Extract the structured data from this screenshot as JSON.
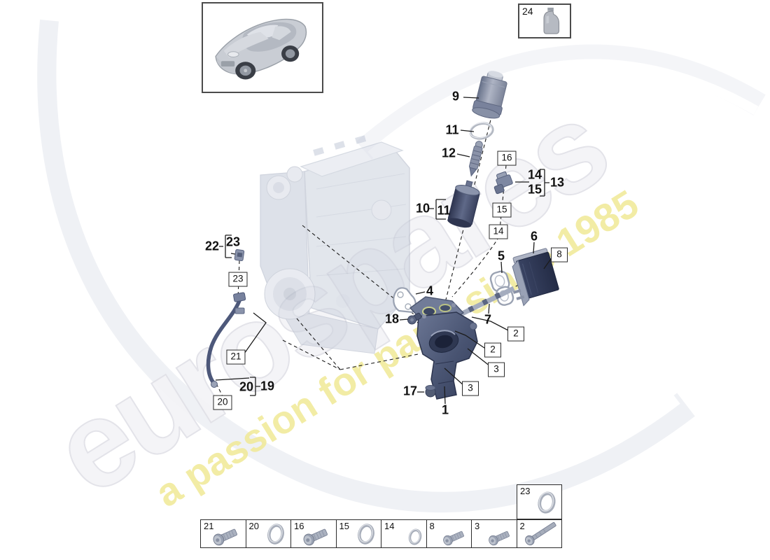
{
  "watermark": {
    "brand": "eurospares",
    "tagline": "a passion for parts since 1985",
    "brand_color": "#f4f4f7",
    "tagline_color": "#f1ea9c"
  },
  "vehicle_box": {
    "icon": "porsche-macan-suv-thumbnail"
  },
  "oil_box": {
    "label": "24",
    "icon": "oil-bottle"
  },
  "callouts_plain": {
    "n9": "9",
    "n11a": "11",
    "n12": "12",
    "n10": "10",
    "n11b": "11",
    "n14": "14",
    "n15": "15",
    "n13": "13",
    "n6": "6",
    "n5": "5",
    "n7": "7",
    "n4": "4",
    "n18": "18",
    "n17": "17",
    "n1": "1",
    "n22": "22",
    "n23t": "23",
    "n20": "20",
    "n19": "19"
  },
  "callouts_boxed": {
    "b16": "16",
    "b15": "15",
    "b14": "14",
    "b8": "8",
    "b2a": "2",
    "b2b": "2",
    "b3a": "3",
    "b3b": "3",
    "b23": "23",
    "b21": "21",
    "b20": "20",
    "b24": "24"
  },
  "legend": {
    "cells": [
      {
        "label": "21",
        "icon": "torx-screw"
      },
      {
        "label": "20",
        "icon": "o-ring"
      },
      {
        "label": "16",
        "icon": "torx-screw"
      },
      {
        "label": "15",
        "icon": "o-ring"
      },
      {
        "label": "14",
        "icon": "o-ring-small"
      },
      {
        "label": "8",
        "icon": "torx-screw-small"
      },
      {
        "label": "3",
        "icon": "torx-screw-small"
      },
      {
        "label": "2",
        "icon": "long-bolt"
      }
    ],
    "extra": {
      "label": "23",
      "icon": "o-ring"
    }
  },
  "colors": {
    "part_navy": "#2f3852",
    "part_steel": "#8a93a8",
    "callout_text": "#111111",
    "box_border": "#2b2b2b",
    "leader_line": "#1c1c1c"
  }
}
